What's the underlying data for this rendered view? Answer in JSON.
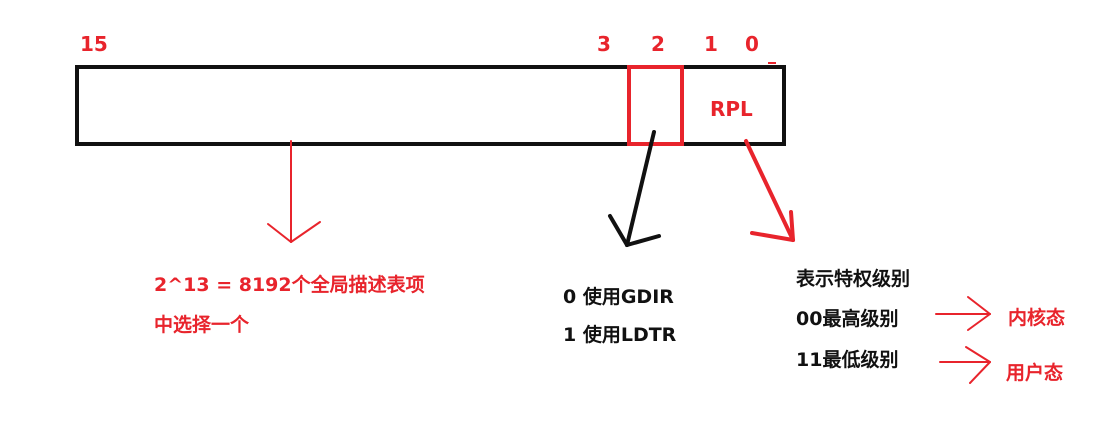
{
  "bit_labels": {
    "b15": "15",
    "b3": "3",
    "b2": "2",
    "b1": "1",
    "b0": "0"
  },
  "rpl_label": "RPL",
  "index_note": {
    "line1": "2^13 = 8192个全局描述表项",
    "line2": "中选择一个"
  },
  "ti_note": {
    "line1": "0  使用GDIR",
    "line2": "1  使用LDTR"
  },
  "rpl_note": {
    "title": "表示特权级别",
    "row1": "00最高级别",
    "row2": "11最低级别",
    "row1_target": "内核态",
    "row2_target": "用户态"
  },
  "colors": {
    "accent_red": "#e8242c",
    "ink_black": "#111111"
  }
}
